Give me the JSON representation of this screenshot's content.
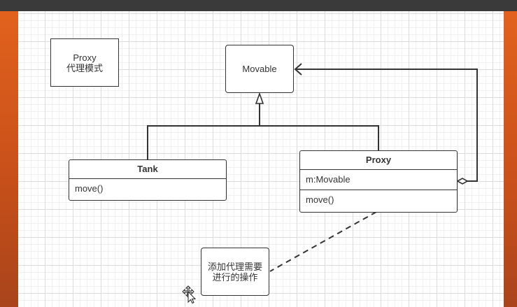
{
  "diagram": {
    "note_title": {
      "line1": "Proxy",
      "line2": "代理模式"
    },
    "interface": {
      "name": "Movable"
    },
    "tank": {
      "name": "Tank",
      "method": "move()"
    },
    "proxy": {
      "name": "Proxy",
      "attribute": "m:Movable",
      "method": "move()"
    },
    "comment": {
      "line1": "添加代理需要",
      "line2": "进行的操作"
    }
  },
  "colors": {
    "canvas": "#ffffff",
    "border": "#333333",
    "frame_orange": "#e2621d",
    "grid": "#dcdcdc"
  },
  "icons": {
    "cursor": "move-cursor-icon"
  }
}
